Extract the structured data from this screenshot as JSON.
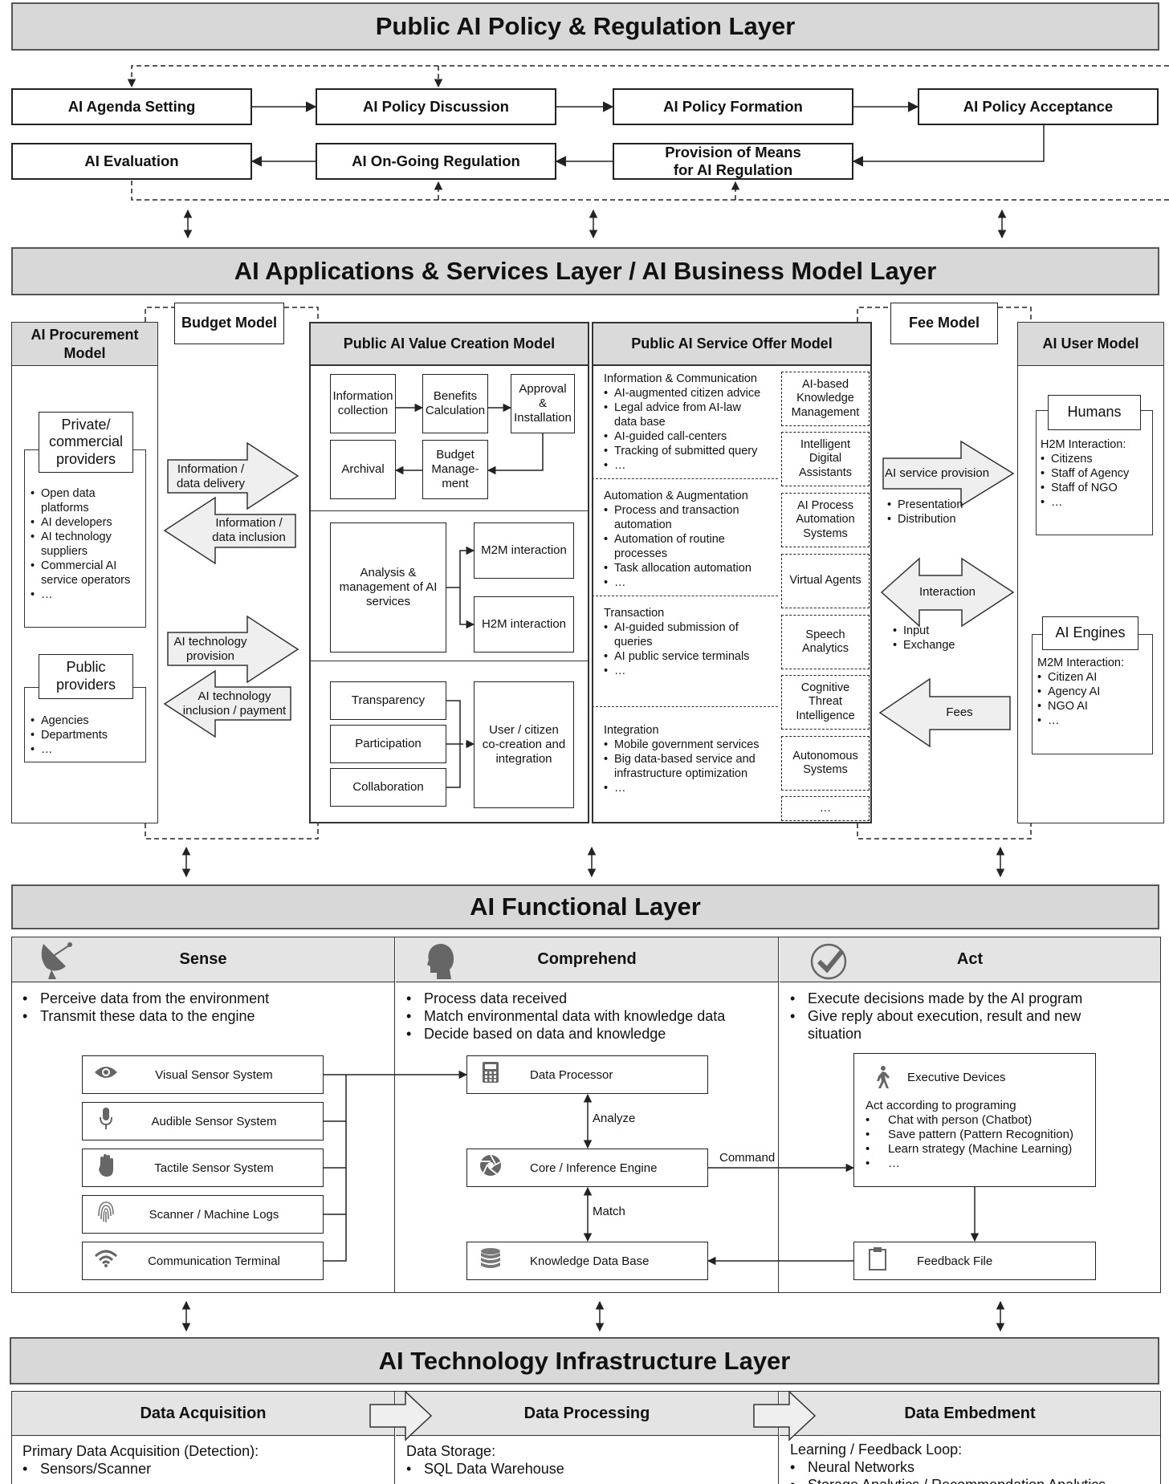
{
  "layers": {
    "policy": "Public AI Policy & Regulation Layer",
    "applications": "AI Applications & Services Layer / AI Business Model Layer",
    "functional": "AI Functional Layer",
    "infrastructure": "AI Technology Infrastructure Layer"
  },
  "policy_steps": {
    "agenda": "AI Agenda Setting",
    "discussion": "AI Policy Discussion",
    "formation": "AI Policy Formation",
    "acceptance": "AI Policy Acceptance",
    "evaluation": "AI Evaluation",
    "regulation": "AI On-Going Regulation",
    "provision_1": "Provision of Means",
    "provision_2": "for AI Regulation"
  },
  "procurement": {
    "title_1": "AI Procurement",
    "title_2": "Model",
    "private_title_1": "Private/",
    "private_title_2": "commercial",
    "private_title_3": "providers",
    "private_items": [
      "Open data",
      "platforms",
      "AI developers",
      "AI technology",
      "suppliers",
      "Commercial AI",
      "service operators",
      "…"
    ],
    "public_title_1": "Public",
    "public_title_2": "providers",
    "public_items": [
      "Agencies",
      "Departments",
      "…"
    ]
  },
  "budget_model": "Budget Model",
  "fee_model": "Fee Model",
  "budget_arrows": {
    "delivery_1": "Information /",
    "delivery_2": "data delivery",
    "inclusion_1": "Information /",
    "inclusion_2": "data inclusion",
    "provision_1": "AI technology",
    "provision_2": "provision",
    "payment_1": "AI technology",
    "payment_2": "inclusion / payment"
  },
  "value_creation": {
    "title": "Public AI Value Creation Model",
    "info_collection_1": "Information",
    "info_collection_2": "collection",
    "benefits_1": "Benefits",
    "benefits_2": "Calculation",
    "approval_1": "Approval",
    "approval_2": "&",
    "approval_3": "Installation",
    "archival": "Archival",
    "budget_1": "Budget",
    "budget_2": "Manage-",
    "budget_3": "ment",
    "analysis_1": "Analysis &",
    "analysis_2": "management of AI",
    "analysis_3": "services",
    "m2m": "M2M interaction",
    "h2m": "H2M interaction",
    "transparency": "Transparency",
    "participation": "Participation",
    "collaboration": "Collaboration",
    "cocreation_1": "User / citizen",
    "cocreation_2": "co-creation and",
    "cocreation_3": "integration"
  },
  "service_offer": {
    "title": "Public AI Service Offer Model",
    "groups": [
      {
        "title": "Information & Communication",
        "items": [
          "AI-augmented citizen advice",
          "Legal advice from AI-law",
          "data base",
          "AI-guided call-centers",
          "Tracking of submitted query",
          "…"
        ]
      },
      {
        "title": "Automation & Augmentation",
        "items": [
          "Process and transaction",
          "automation",
          "Automation of routine",
          "processes",
          "Task allocation automation",
          "…"
        ]
      },
      {
        "title": "Transaction",
        "items": [
          "AI-guided submission of",
          "queries",
          "AI public service terminals",
          "…"
        ]
      },
      {
        "title": "Integration",
        "items": [
          "Mobile government services",
          "Big data-based service and",
          "infrastructure optimization",
          "…"
        ]
      }
    ],
    "tech": [
      [
        "AI-based",
        "Knowledge",
        "Management"
      ],
      [
        "Intelligent",
        "Digital",
        "Assistants"
      ],
      [
        "AI Process",
        "Automation",
        "Systems"
      ],
      [
        "Virtual Agents"
      ],
      [
        "Speech",
        "Analytics"
      ],
      [
        "Cognitive",
        "Threat",
        "Intelligence"
      ],
      [
        "Autonomous",
        "Systems"
      ],
      [
        "…"
      ]
    ]
  },
  "fee_arrows": {
    "service_provision": "AI service provision",
    "presentation": "Presentation",
    "distribution": "Distribution",
    "interaction": "Interaction",
    "input": "Input",
    "exchange": "Exchange",
    "fees": "Fees"
  },
  "user_model": {
    "title": "AI User Model",
    "humans": "Humans",
    "h2m_title": "H2M Interaction:",
    "h2m_items": [
      "Citizens",
      "Staff of Agency",
      "Staff of NGO",
      "…"
    ],
    "engines": "AI Engines",
    "m2m_title": "M2M Interaction:",
    "m2m_items": [
      "Citizen AI",
      "Agency AI",
      "NGO AI",
      "…"
    ]
  },
  "functional": {
    "sense": "Sense",
    "comprehend": "Comprehend",
    "act": "Act",
    "sense_items": [
      "Perceive data from the environment",
      "Transmit these data to the engine"
    ],
    "comprehend_items": [
      "Process data received",
      "Match environmental data with knowledge data",
      "Decide based on data and knowledge"
    ],
    "act_items": [
      "Execute decisions made by the AI program",
      "Give reply about execution, result and new",
      "situation"
    ],
    "sensors": [
      "Visual Sensor System",
      "Audible Sensor System",
      "Tactile Sensor System",
      "Scanner / Machine Logs",
      "Communication Terminal"
    ],
    "data_processor": "Data Processor",
    "analyze": "Analyze",
    "core_engine": "Core / Inference Engine",
    "match": "Match",
    "knowledge_base": "Knowledge Data Base",
    "command": "Command",
    "exec_title": "Executive Devices",
    "exec_intro": "Act according to programing",
    "exec_items": [
      "Chat with person (Chatbot)",
      "Save pattern (Pattern Recognition)",
      "Learn strategy (Machine Learning)",
      "…"
    ],
    "feedback": "Feedback File"
  },
  "infrastructure": {
    "acquisition": "Data Acquisition",
    "processing": "Data Processing",
    "embedment": "Data Embedment",
    "acq_intro": "Primary Data Acquisition (Detection):",
    "acq_item": "Sensors/Scanner",
    "proc_intro": "Data Storage:",
    "proc_item": "SQL Data Warehouse",
    "emb_intro": "Learning / Feedback Loop:",
    "emb_item": "Neural Networks",
    "emb_item2": "Storage Analytics / Recommendation Analytics"
  },
  "icons": [
    "satellite-dish-icon",
    "head-icon",
    "checkmark-icon",
    "eye-icon",
    "microphone-icon",
    "hand-icon",
    "fingerprint-icon",
    "wifi-icon",
    "calculator-icon",
    "aperture-icon",
    "database-icon",
    "walking-person-icon",
    "clipboard-icon"
  ]
}
